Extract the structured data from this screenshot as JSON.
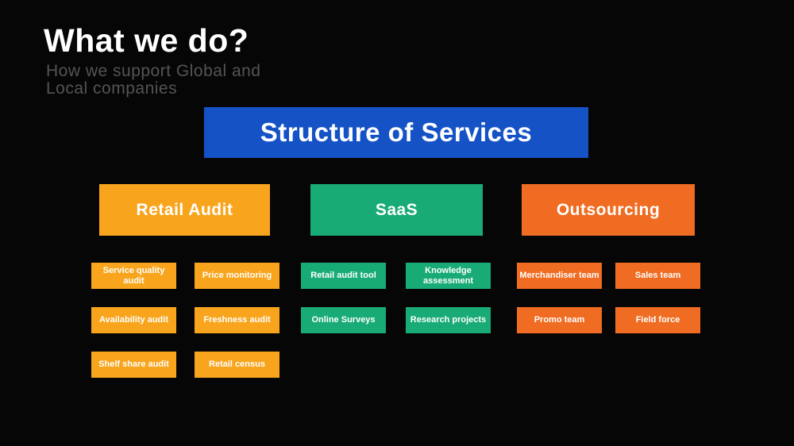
{
  "slide": {
    "title": "What we do?",
    "subtitle_line1": "How we support Global and",
    "subtitle_line2": "Local companies",
    "banner": "Structure of Services"
  },
  "colors": {
    "background": "#070606",
    "banner_blue": "#1452c6",
    "amber": "#f8a51d",
    "green": "#19ab75",
    "orange": "#ef6c22",
    "subtitle_gray": "#545454",
    "text_white": "#ffffff"
  },
  "columns": [
    {
      "header": "Retail Audit",
      "color": "#f8a51d",
      "items": [
        "Service quality audit",
        "Price monitoring",
        "Availability audit",
        "Freshness audit",
        "Shelf share audit",
        "Retail census"
      ]
    },
    {
      "header": "SaaS",
      "color": "#19ab75",
      "items": [
        "Retail audit tool",
        "Knowledge assessment",
        "Online Surveys",
        "Research projects"
      ]
    },
    {
      "header": "Outsourcing",
      "color": "#ef6c22",
      "items": [
        "Merchandiser team",
        "Sales team",
        "Promo team",
        "Field force"
      ]
    }
  ]
}
